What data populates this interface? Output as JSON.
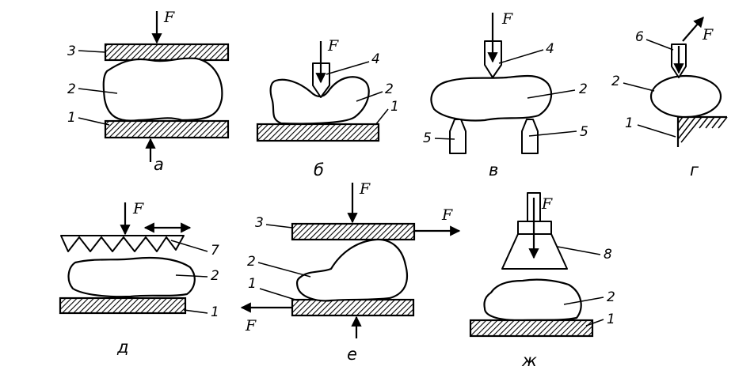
{
  "force_label": "F",
  "panels": [
    {
      "id": "a",
      "caption": "а",
      "callouts": [
        "3",
        "2",
        "1"
      ]
    },
    {
      "id": "b",
      "caption": "б",
      "callouts": [
        "4",
        "2",
        "1"
      ]
    },
    {
      "id": "v",
      "caption": "в",
      "callouts": [
        "4",
        "2",
        "5",
        "5"
      ]
    },
    {
      "id": "g",
      "caption": "г",
      "callouts": [
        "6",
        "2",
        "1"
      ]
    },
    {
      "id": "d",
      "caption": "д",
      "callouts": [
        "7",
        "2",
        "1"
      ]
    },
    {
      "id": "e",
      "caption": "е",
      "callouts": [
        "3",
        "2",
        "1"
      ]
    },
    {
      "id": "zh",
      "caption": "ж",
      "callouts": [
        "8",
        "2",
        "1"
      ]
    }
  ]
}
